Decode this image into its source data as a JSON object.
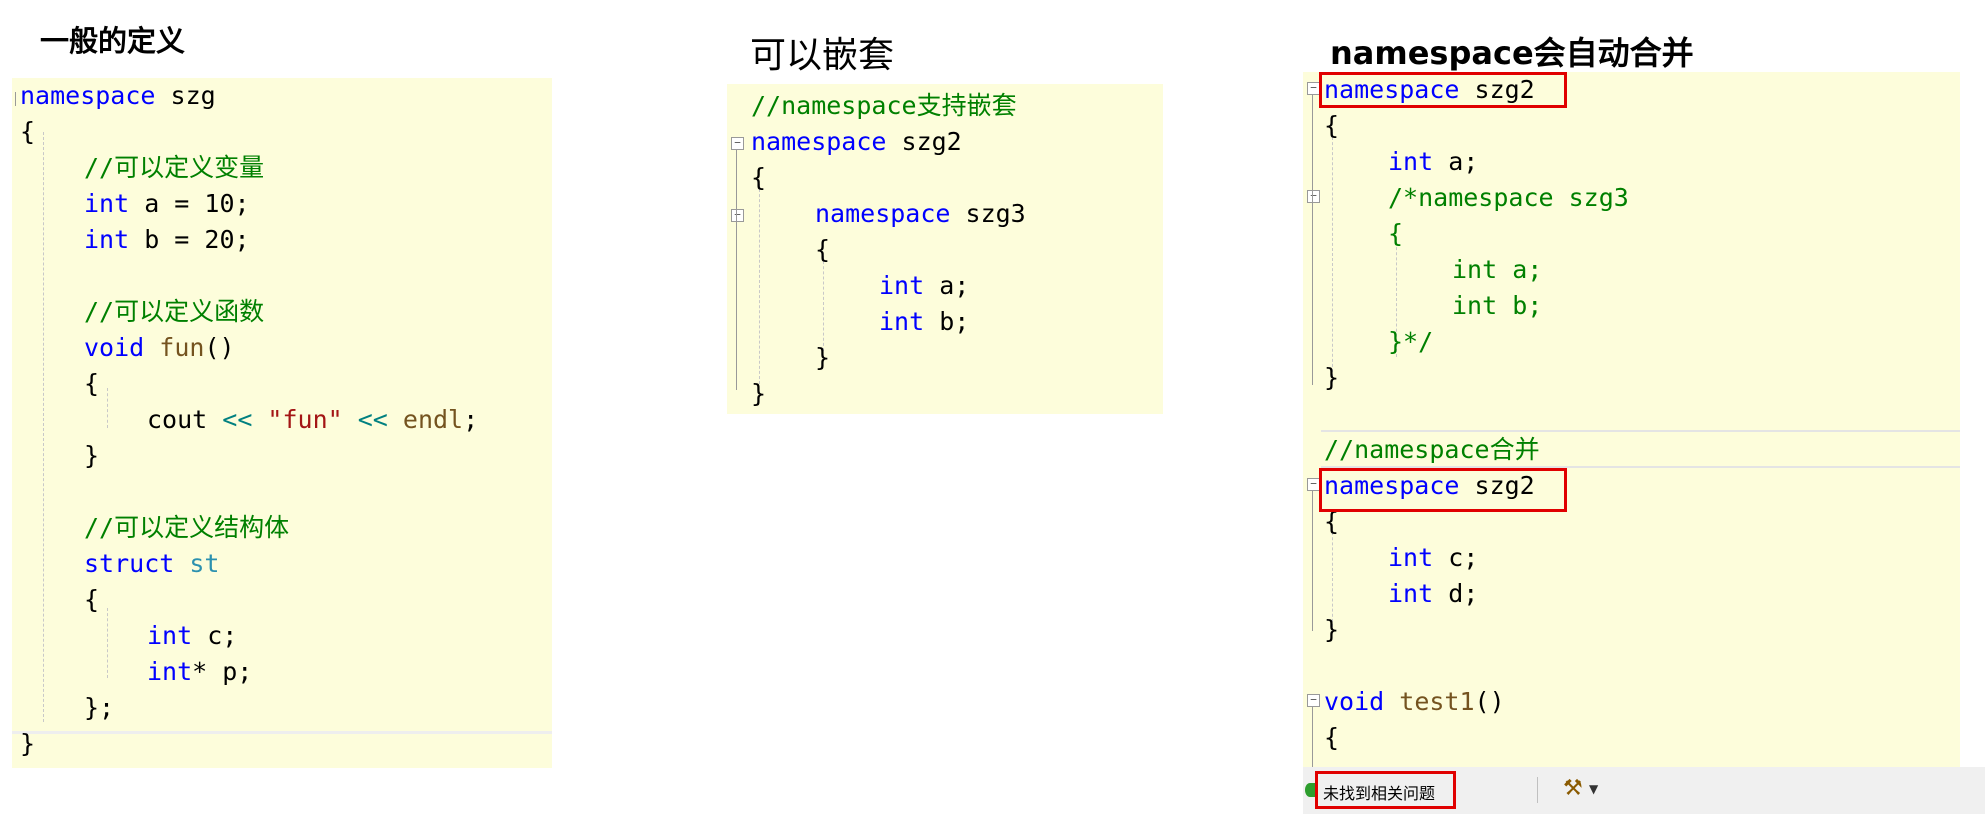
{
  "titles": {
    "left": "一般的定义",
    "middle": "可以嵌套",
    "right": "namespace会自动合并"
  },
  "left_code": {
    "l1_kw": "namespace",
    "l1_name": " szg",
    "l2": "{",
    "l3": "//可以定义变量",
    "l4_kw": "int",
    "l4_rest": " a = 10;",
    "l5_kw": "int",
    "l5_rest": " b = 20;",
    "l6": "//可以定义函数",
    "l7_kw": "void",
    "l7_fn": "fun",
    "l7_rest": "()",
    "l8": "{",
    "l9_a": "cout ",
    "l9_op1": "<<",
    "l9_str": " \"fun\" ",
    "l9_op2": "<<",
    "l9_fn": " endl",
    "l9_end": ";",
    "l10": "}",
    "l11": "//可以定义结构体",
    "l12_kw": "struct",
    "l12_ty": " st",
    "l13": "{",
    "l14_kw": "int",
    "l14_rest": " c;",
    "l15_kw": "int",
    "l15_rest": "* p;",
    "l16": "};",
    "l17": "}"
  },
  "middle_code": {
    "l1": "//namespace支持嵌套",
    "l2_kw": "namespace",
    "l2_name": " szg2",
    "l3": "{",
    "l4_kw": "namespace",
    "l4_name": " szg3",
    "l5": "{",
    "l6_kw": "int",
    "l6_rest": " a;",
    "l7_kw": "int",
    "l7_rest": " b;",
    "l8": "}",
    "l9": "}"
  },
  "right_code": {
    "l1_kw": "namespace",
    "l1_name": " szg2",
    "l2": "{",
    "l3_kw": "int",
    "l3_rest": " a;",
    "l4": "/*namespace szg3",
    "l5": "{",
    "l6": "int a;",
    "l7": "int b;",
    "l8": "}*/",
    "l9": "}",
    "l10": "//namespace合并",
    "l11_kw": "namespace",
    "l11_name": " szg2",
    "l12": "{",
    "l13_kw": "int",
    "l13_rest": " c;",
    "l14_kw": "int",
    "l14_rest": " d;",
    "l15": "}",
    "l16_kw": "void",
    "l16_fn": " test1",
    "l16_rest": "()",
    "l17": "{"
  },
  "status_bar": {
    "message": "未找到相关问题"
  },
  "colors": {
    "keyword": "#0000ff",
    "comment": "#008000",
    "function": "#74531f",
    "string": "#a31515",
    "highlight": "#e00000",
    "panel_bg": "#fdfddb"
  }
}
